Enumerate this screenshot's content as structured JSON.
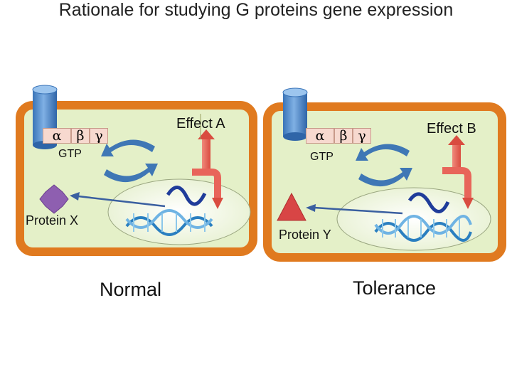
{
  "title": "Rationale for studying G proteins gene expression",
  "left_panel": {
    "subunits": [
      "α",
      "β",
      "γ"
    ],
    "gtp_label": "GTP",
    "effect_label": "Effect A",
    "protein_label": "Protein X",
    "condition_label": "Normal"
  },
  "right_panel": {
    "subunits": [
      "α",
      "β",
      "γ"
    ],
    "gtp_label": "GTP",
    "effect_label": "Effect B",
    "protein_label": "Protein Y",
    "condition_label": "Tolerance"
  },
  "colors": {
    "cell_border": "#e07a1f",
    "cytoplasm": "#e4f0c8",
    "nucleus": "#f4f8e8",
    "receptor": "#4a86c8",
    "cycle_arrow": "#3f77b5",
    "signal_arrow": "#e8655a",
    "protein_x": "#8e5fb0",
    "protein_y": "#d84545",
    "dna": "#2a7fc0"
  }
}
